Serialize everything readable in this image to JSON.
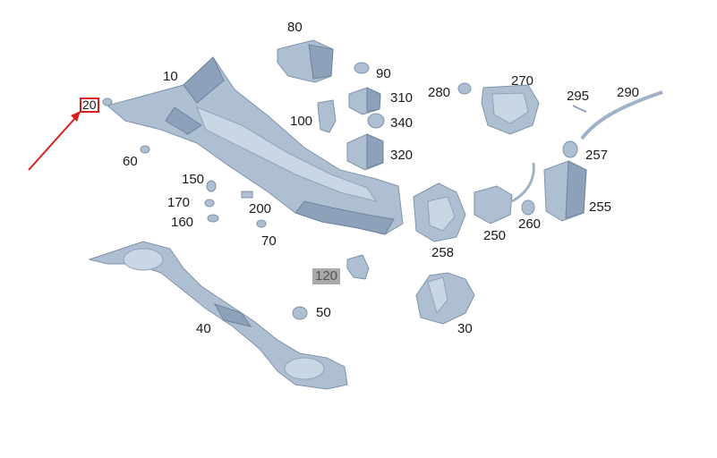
{
  "labels": {
    "p10": "10",
    "p20": "20",
    "p30": "30",
    "p40": "40",
    "p50": "50",
    "p60": "60",
    "p70": "70",
    "p80": "80",
    "p90": "90",
    "p100": "100",
    "p120": "120",
    "p150": "150",
    "p160": "160",
    "p170": "170",
    "p200": "200",
    "p250": "250",
    "p255": "255",
    "p257": "257",
    "p258": "258",
    "p260": "260",
    "p270": "270",
    "p280": "280",
    "p290": "290",
    "p295": "295",
    "p310": "310",
    "p320": "320",
    "p340": "340"
  },
  "highlight": {
    "color": "#d61e1e",
    "target_label": "20"
  }
}
